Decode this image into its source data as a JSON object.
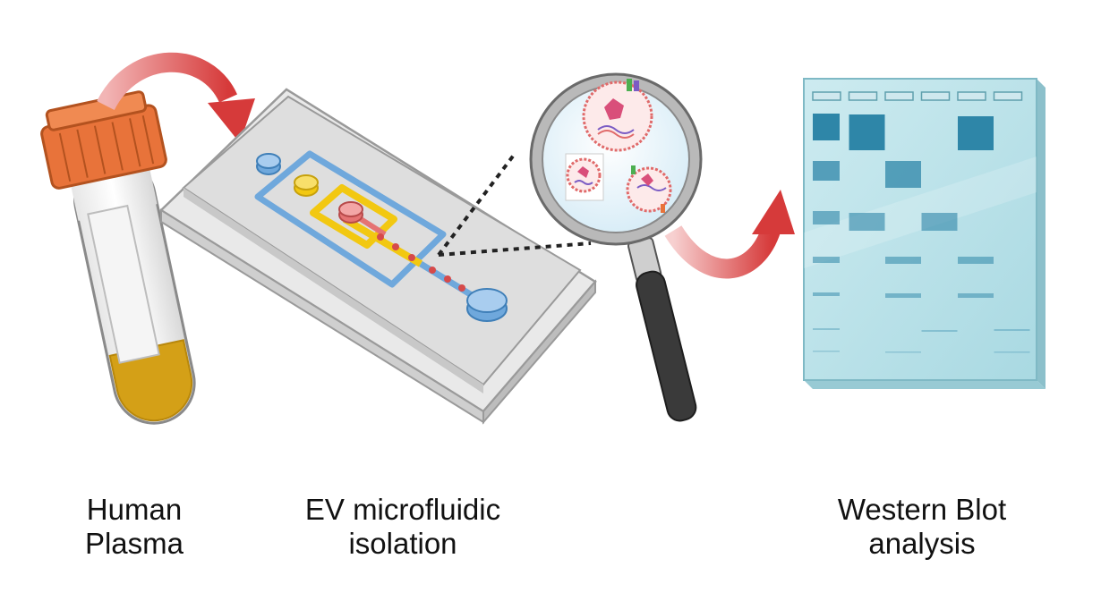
{
  "labels": {
    "plasma": [
      "Human",
      "Plasma"
    ],
    "microfluidic": [
      "EV microfluidic",
      "isolation"
    ],
    "western_blot": [
      "Western Blot",
      "analysis"
    ]
  },
  "icons": [
    "blood-tube-icon",
    "arrow-icon",
    "microfluidic-chip-icon",
    "magnifier-icon",
    "extracellular-vesicle-icon",
    "western-blot-membrane-icon"
  ],
  "colors": {
    "arrow": "#d63a3a",
    "tube_cap": "#e8733a",
    "plasma": "#d4a017",
    "channel_blue": "#6fa8dc",
    "channel_yellow": "#f2c811",
    "blot_band": "#2e86a8",
    "membrane": "#bfe3ea"
  },
  "western_blot": {
    "lanes": 6
  }
}
